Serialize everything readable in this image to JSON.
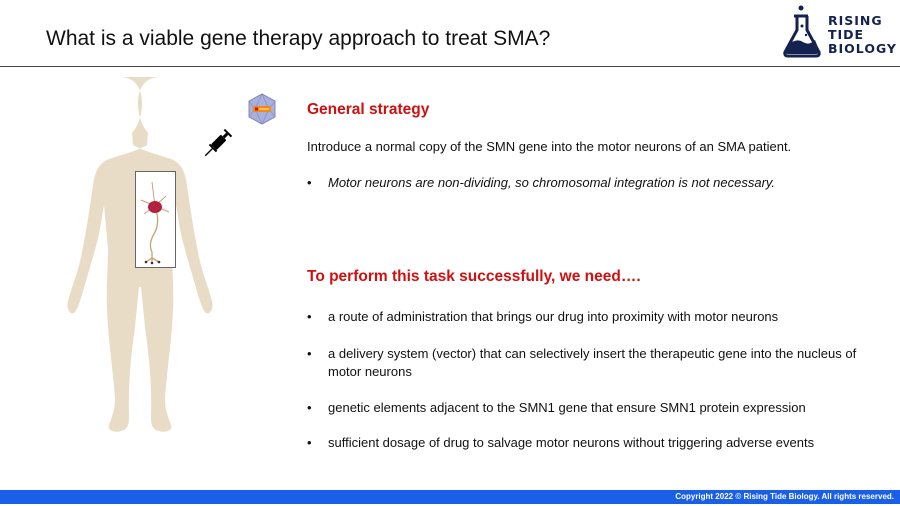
{
  "title": "What is a viable gene therapy approach to treat SMA?",
  "logo": {
    "lines": [
      "RISING",
      "TIDE",
      "BIOLOGY"
    ]
  },
  "section1": {
    "heading": "General strategy",
    "text": "Introduce a normal copy of the SMN gene into the motor neurons of an SMA patient.",
    "bullets": [
      "Motor neurons are non-dividing, so chromosomal integration is not necessary."
    ]
  },
  "section2": {
    "heading": "To perform this task successfully, we need….",
    "bullets": [
      "a route of administration that brings our drug into proximity with motor neurons",
      "a delivery system (vector) that can selectively insert the therapeutic gene into the nucleus of motor neurons",
      "genetic elements adjacent to the SMN1 gene that ensure SMN1 protein expression",
      "sufficient dosage of drug to salvage motor neurons without triggering adverse events"
    ]
  },
  "bullet_char": "•",
  "footer": "Copyright 2022 © Rising Tide Biology. All rights reserved.",
  "colors": {
    "accent_red": "#d01010",
    "footer_blue": "#1a5fe8",
    "logo_navy": "#14224f",
    "body_skin": "#e9dcc6"
  }
}
